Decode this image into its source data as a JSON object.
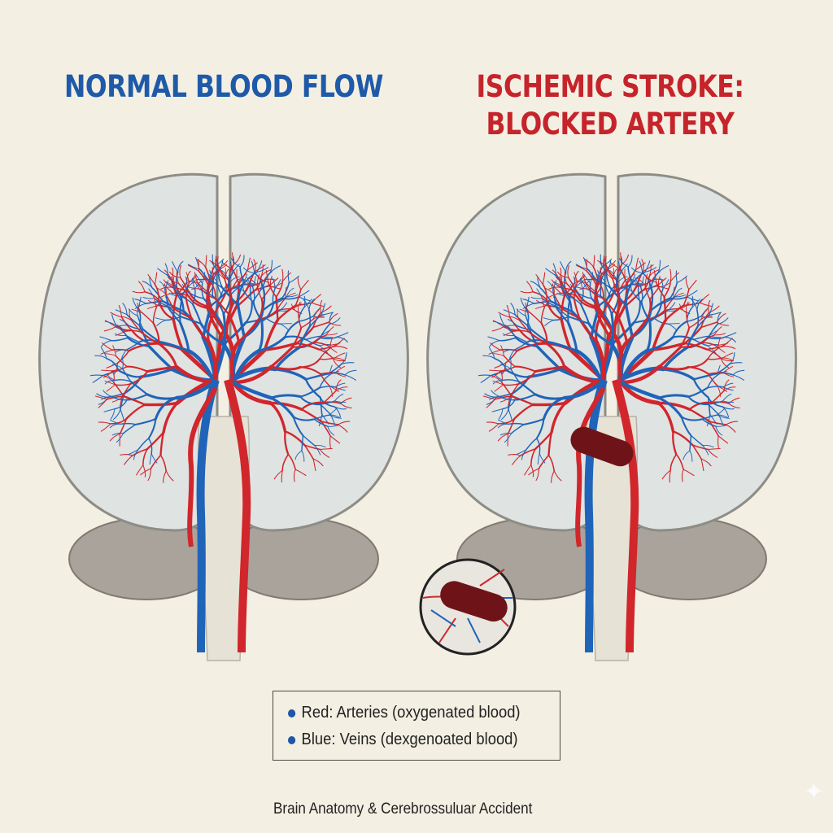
{
  "titles": {
    "left": "NORMAL BLOOD FLOW",
    "right_line1": "ISCHEMIC STROKE:",
    "right_line2": "BLOCKED ARTERY"
  },
  "legend": {
    "items": [
      {
        "label": "Red: Arteries (oxygenated blood)",
        "color": "#1f56a6"
      },
      {
        "label": "Blue: Veins (dexgenoated blood)",
        "color": "#1f56a6"
      }
    ]
  },
  "caption": "Brain Anatomy & Cerebrossuluar Accident",
  "colors": {
    "artery": "#d0262c",
    "vein": "#1f64b8",
    "clot": "#6e1418",
    "brain": "#dfe3e2",
    "outline": "#8d8d86"
  }
}
